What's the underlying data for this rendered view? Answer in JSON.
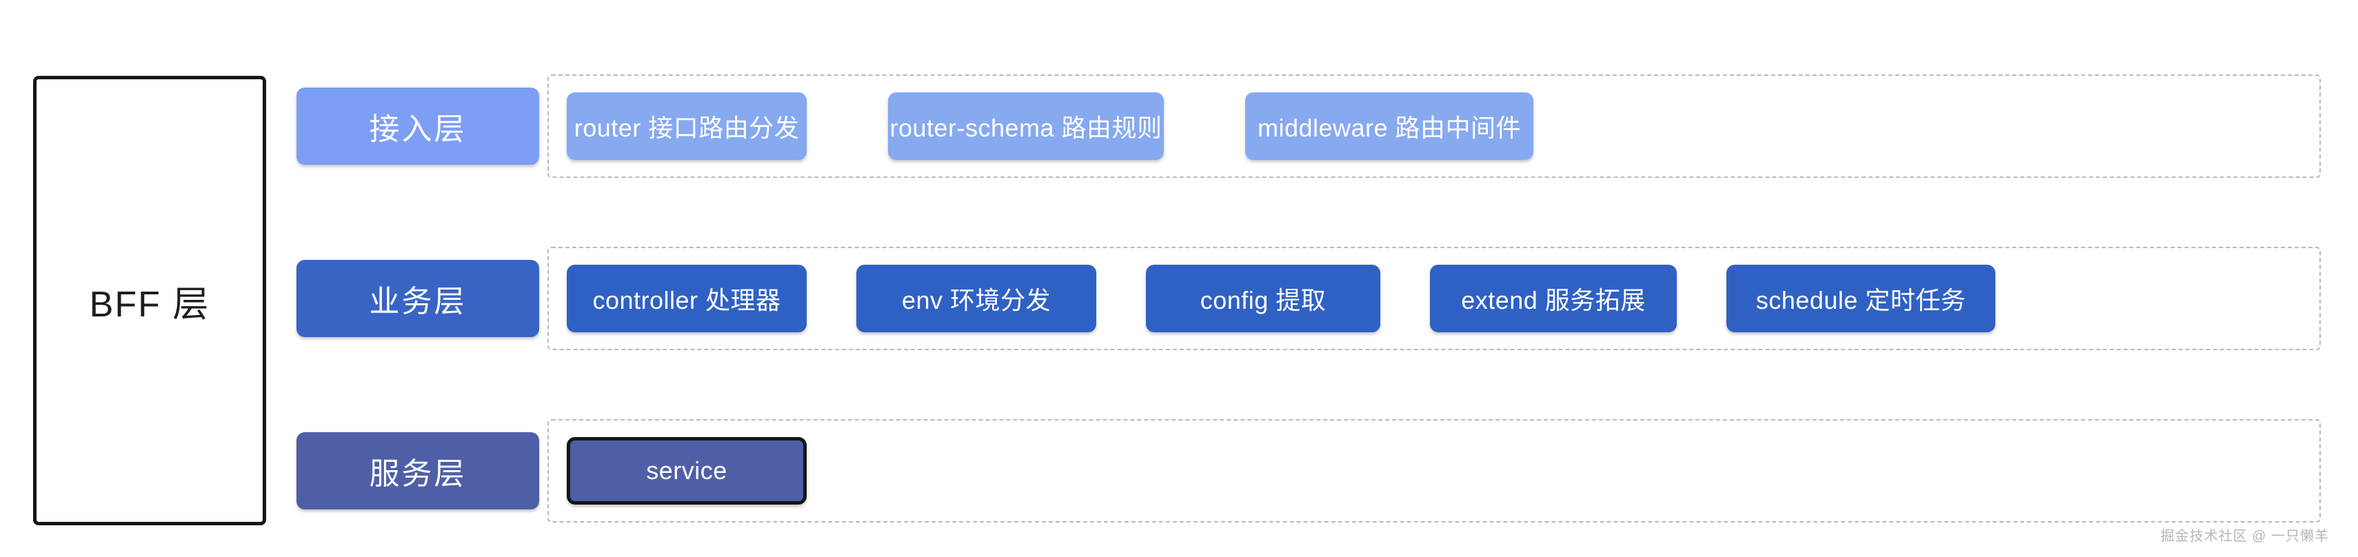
{
  "diagram": {
    "title_box": {
      "label": "BFF 层"
    },
    "colors": {
      "access_layer": "#7d9ef5",
      "access_item": "#86a9f0",
      "business_layer": "#3864c4",
      "business_item": "#2f61c4",
      "service_layer": "#4f5fa7",
      "service_item": "#4f5fa7",
      "outline": "#161616",
      "dashed_border": "#b9b9b9",
      "text_on_fill": "#ffffff",
      "watermark": "#b5b5b5"
    },
    "rows": [
      {
        "id": "access",
        "label": "接入层",
        "items": [
          {
            "label": "router 接口路由分发"
          },
          {
            "label": "router-schema 路由规则"
          },
          {
            "label": "middleware 路由中间件"
          }
        ]
      },
      {
        "id": "business",
        "label": "业务层",
        "items": [
          {
            "label": "controller 处理器"
          },
          {
            "label": "env 环境分发"
          },
          {
            "label": "config 提取"
          },
          {
            "label": "extend  服务拓展"
          },
          {
            "label": "schedule  定时任务"
          }
        ]
      },
      {
        "id": "service",
        "label": "服务层",
        "items": [
          {
            "label": "service"
          }
        ]
      }
    ],
    "watermark": "掘金技术社区 @ 一只懒羊"
  }
}
